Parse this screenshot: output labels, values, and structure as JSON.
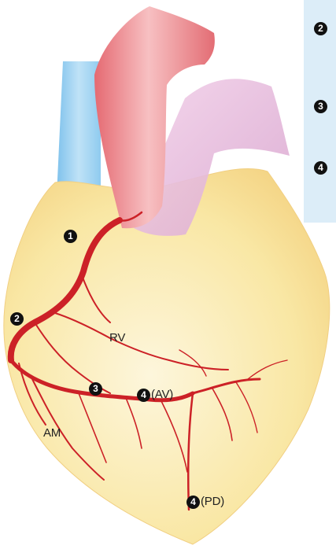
{
  "diagram": {
    "subject": "heart-coronary-arteries",
    "colors": {
      "heart": "#f9e7a4",
      "heart_edge": "#f5d58a",
      "vein": "#a9d6f2",
      "aorta": "#ec8a8f",
      "pulmonary": "#e2b8d8",
      "artery": "#cc2127",
      "legend_panel": "#dcedf8"
    },
    "markers": [
      {
        "id": "m1",
        "number": "1",
        "text": ""
      },
      {
        "id": "m2",
        "number": "2",
        "text": ""
      },
      {
        "id": "m3",
        "number": "3",
        "text": ""
      },
      {
        "id": "m4av",
        "number": "4",
        "text": "(AV)"
      },
      {
        "id": "m4pd",
        "number": "4",
        "text": "(PD)"
      }
    ],
    "labels": {
      "rv": "RV",
      "am": "AM"
    }
  },
  "legend": {
    "items": [
      {
        "number": "2"
      },
      {
        "number": "3"
      },
      {
        "number": "4"
      }
    ]
  }
}
